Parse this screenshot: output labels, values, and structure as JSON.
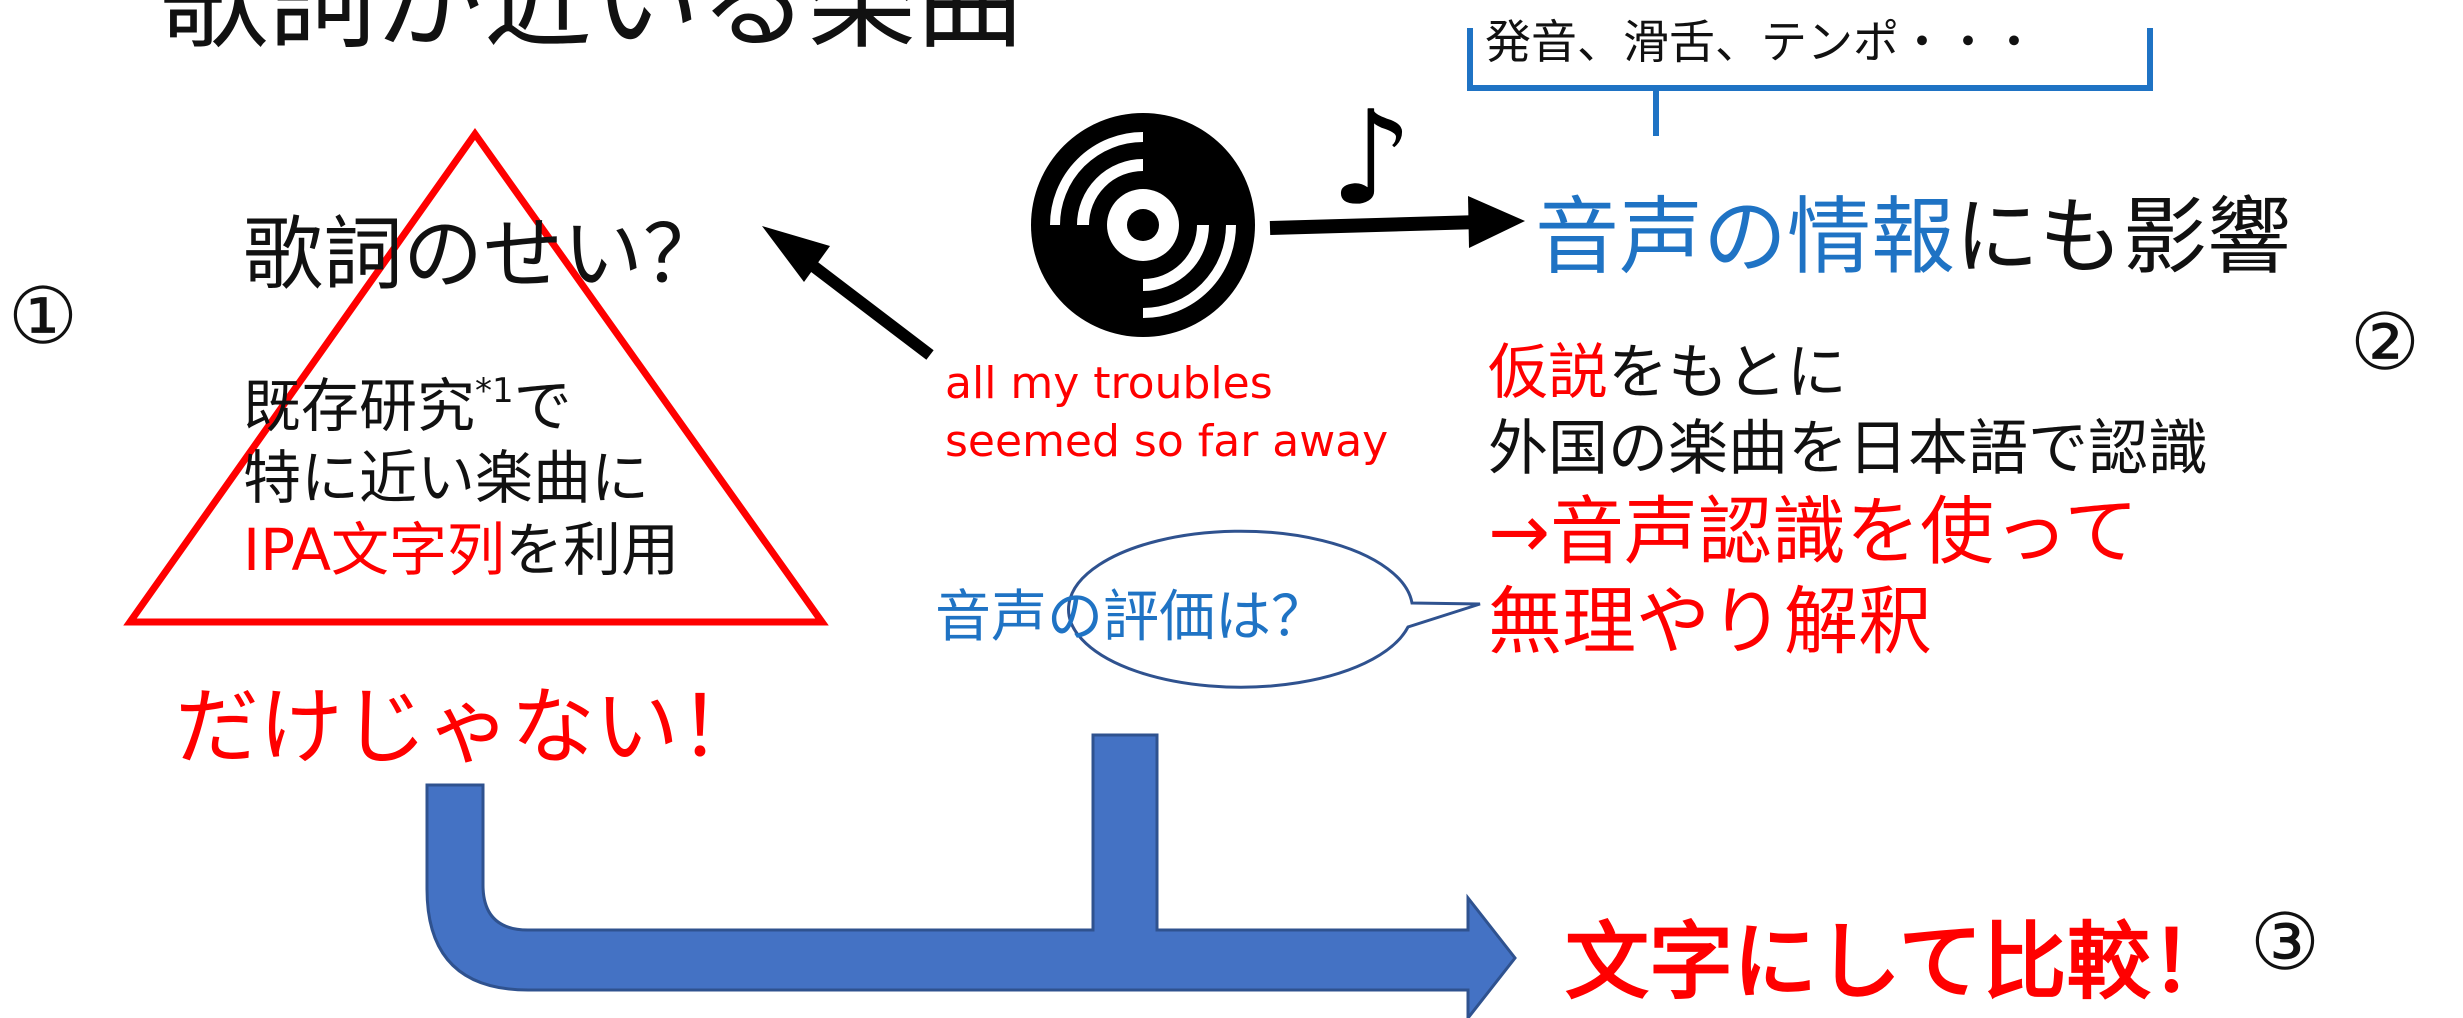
{
  "title": "歌詞が近いる楽曲",
  "brace_text": "発音、滑舌、テンポ・・・",
  "circled": {
    "one": "①",
    "two": "②",
    "three": "③"
  },
  "question_lyrics": "歌詞のせい？",
  "voice_info": {
    "highlight": "音声の情報",
    "rest": "にも影響"
  },
  "existing_research": {
    "line1": "既存研究",
    "footnote": "*1",
    "line1_end": "で",
    "line2": "特に近い楽曲に",
    "line3_highlight": "IPA文字列",
    "line3_rest": "を利用"
  },
  "not_only": "だけじゃない！",
  "lyric_sample": {
    "line1": "all my troubles",
    "line2": "seemed so far away"
  },
  "bubble": "音声の評価は？",
  "hypothesis": {
    "line1_highlight": "仮説",
    "line1_rest": "をもとに",
    "line2": "外国の楽曲を日本語で認識",
    "line3": "→音声認識を使って",
    "line4": "無理やり解釈"
  },
  "conclusion": "文字にして比較！",
  "icons": {
    "disc": "vinyl-record-icon",
    "note": "eighth-note-icon"
  },
  "colors": {
    "text": "#111111",
    "accent_red": "#ff0000",
    "accent_blue": "#1f73c4",
    "arrow_blue": "#4472c4",
    "arrow_blue_border": "#2f528f"
  }
}
